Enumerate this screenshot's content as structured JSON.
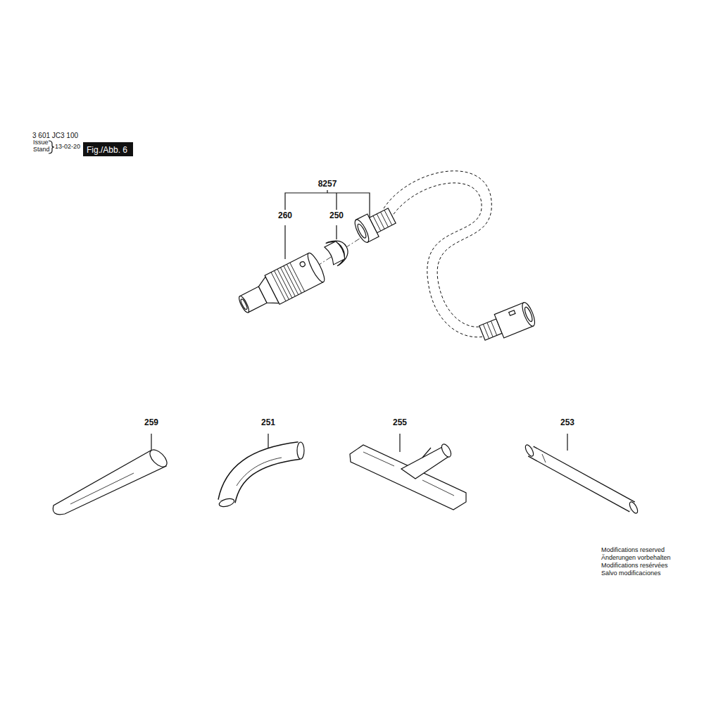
{
  "diagram": {
    "nodes": [
      {
        "text": [
          "Fig./Abb. 6"
        ]
      }
    ],
    "labels": [
      "3 601 JC3 100",
      "Issue",
      "Stand",
      "13-02-20",
      "8257",
      "260",
      "250",
      "259",
      "251",
      "255",
      "253",
      "Modifications reserved",
      "Änderungen vorbehalten",
      "Modifications resérvées",
      "Salvo modificaciones"
    ]
  }
}
